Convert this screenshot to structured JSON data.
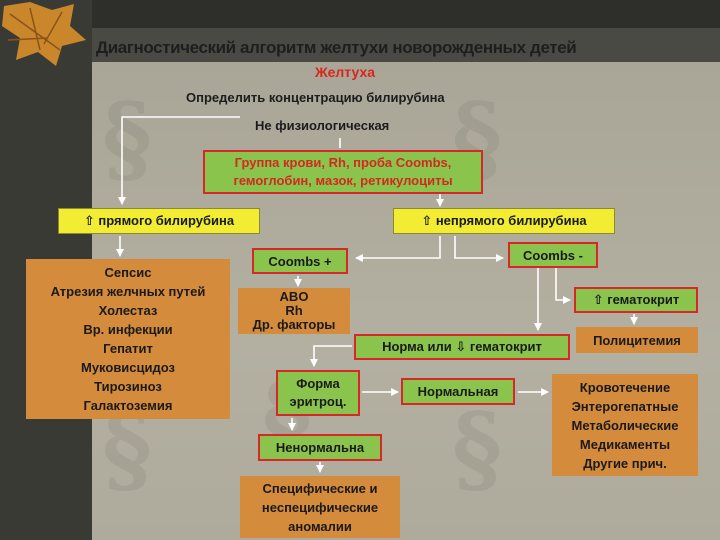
{
  "slide": {
    "title": "Диагностический алгоритм желтухи новорожденных детей",
    "nodes": {
      "jaundice": "Желтуха",
      "determine": "Определить концентрацию билирубина",
      "non_physio": "Не физиологическая",
      "tests": [
        "Группа крови, Rh, проба Coombs,",
        "гемоглобин, мазок, ретикулоциты"
      ],
      "direct": "⇧  прямого билирубина",
      "indirect": "⇧  непрямого билирубина",
      "direct_causes": [
        "Сепсис",
        "Атрезия желчных путей",
        "Холестаз",
        "Вр. инфекции",
        "Гепатит",
        "Муковисцидоз",
        "Тирозиноз",
        "Галактоземия"
      ],
      "coombs_pos": "Coombs +",
      "coombs_neg": "Coombs -",
      "abo_factors": [
        "ABO",
        "Rh",
        "Др. факторы"
      ],
      "hematocrit_up": "⇧  гематокрит",
      "polycythemia": "Полицитемия",
      "normal_or_low_hct": "Норма или ⇩  гематокрит",
      "rbc_form": [
        "Форма",
        "эритроц."
      ],
      "normal": "Нормальная",
      "abnormal": "Ненормальна",
      "other_causes": [
        "Кровотечение",
        "Энтерогепатные",
        "Метаболические",
        "Медикаменты",
        "Другие прич."
      ],
      "anomalies": [
        "Специфические и",
        "неспецифические",
        "аномалии"
      ]
    }
  },
  "colors": {
    "panel": "#b0ad9f",
    "yellow_box": "#f2ec32",
    "green_box": "#8bc44d",
    "orange_box": "#d48b3c",
    "red_border": "#d62828",
    "red_text": "#d8261e",
    "connector": "#ffffff"
  }
}
